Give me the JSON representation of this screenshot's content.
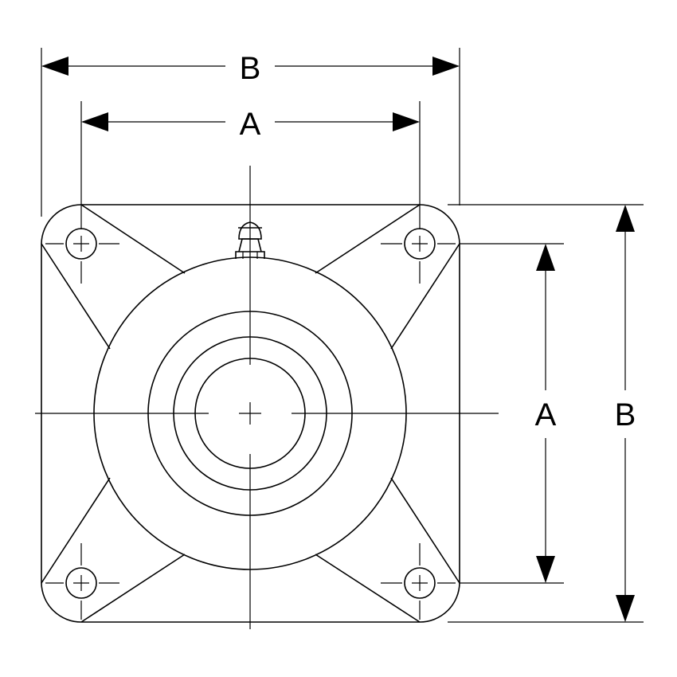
{
  "dimensions": {
    "top_outer_label": "B",
    "top_inner_label": "A",
    "right_inner_label": "A",
    "right_outer_label": "B"
  },
  "colors": {
    "line": "#000000",
    "background": "#ffffff"
  }
}
